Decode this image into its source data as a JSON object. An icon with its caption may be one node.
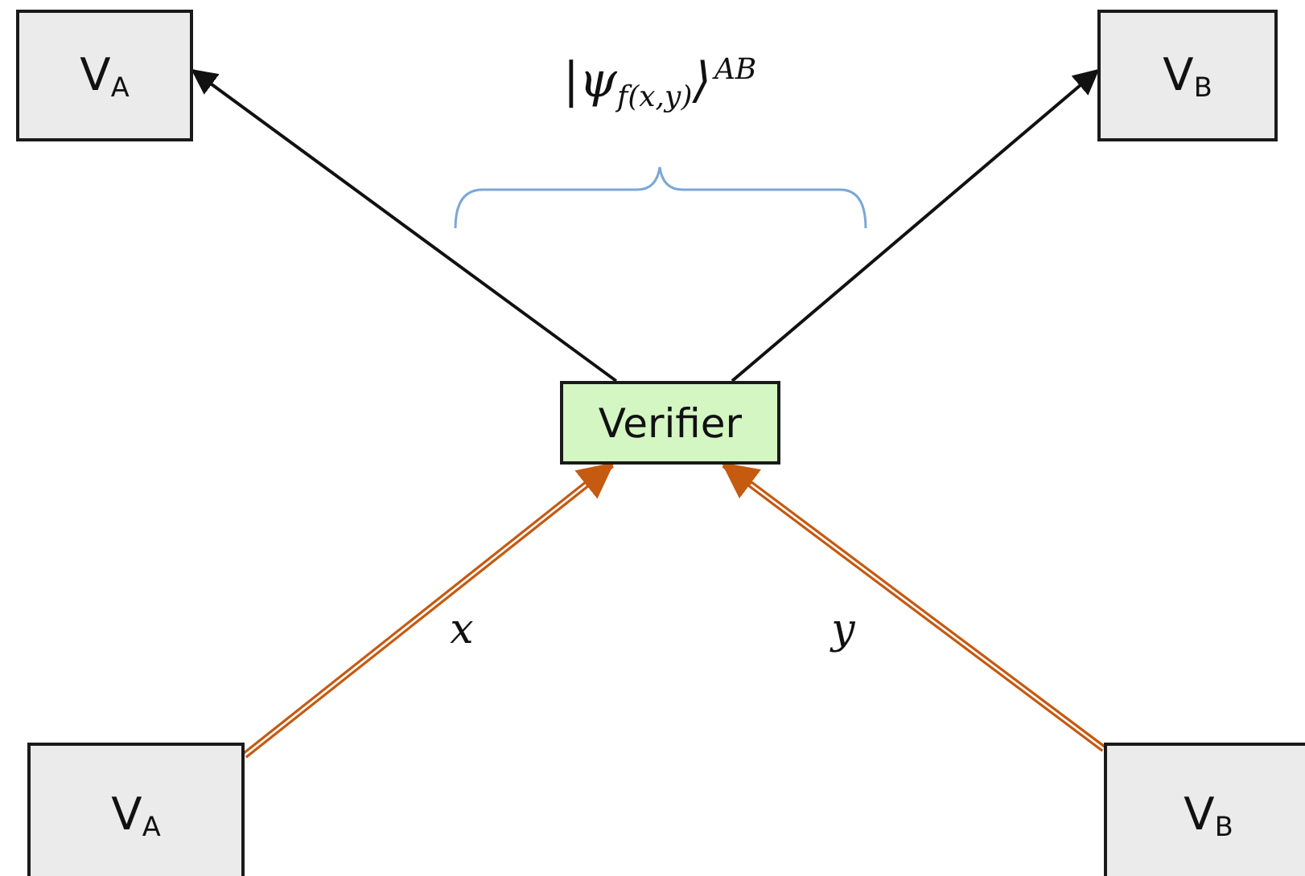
{
  "diagram": {
    "nodes": [
      {
        "text": [
          "V$_{A}$"
        ]
      },
      {
        "text": [
          "V$_{B}$"
        ]
      },
      {
        "text": [
          "Verifier"
        ]
      },
      {
        "text": [
          "V$_{A}$"
        ]
      },
      {
        "text": [
          "V$_{B}$"
        ]
      }
    ],
    "edges": [
      {
        "from": 2,
        "to": 0,
        "arrow": "to"
      },
      {
        "from": 2,
        "to": 1,
        "arrow": "to"
      },
      {
        "from": 3,
        "to": 2,
        "arrow": "to",
        "label": "x",
        "style": "thick",
        "color": "#c55a11"
      },
      {
        "from": 4,
        "to": 2,
        "arrow": "to",
        "label": "y",
        "style": "thick",
        "color": "#c55a11"
      }
    ],
    "labels": [
      "|ψ$_{f(x,y)}$⟩$^{AB}$"
    ]
  }
}
